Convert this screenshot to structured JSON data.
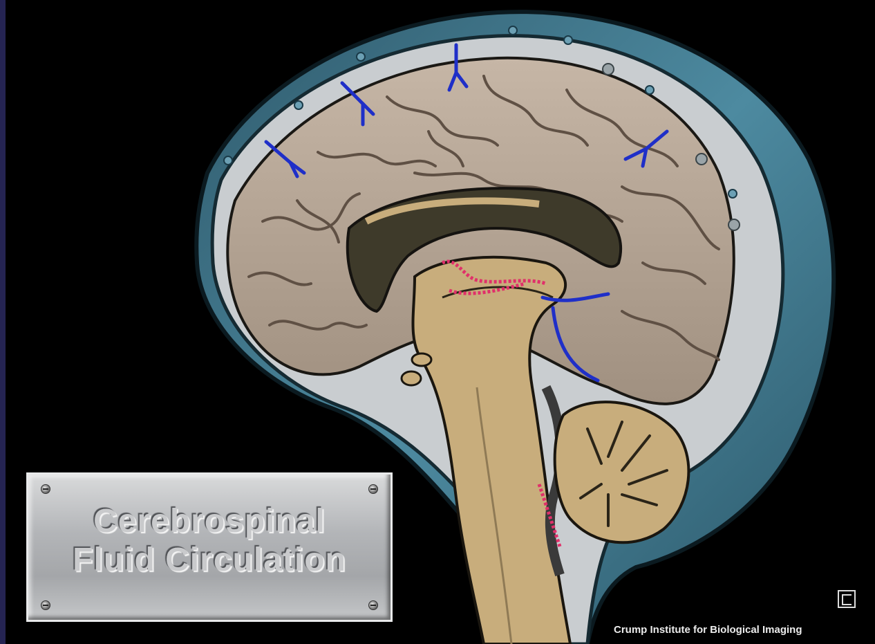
{
  "title_plaque": {
    "line1": "Cerebrospinal",
    "line2": "Fluid Circulation"
  },
  "credit": {
    "text": "Crump Institute for Biological Imaging"
  },
  "colors": {
    "background": "#000000",
    "brain": "#b5a595",
    "dura": "#3f7388",
    "csf_space": "#c9cdd0",
    "brainstem": "#c8ad7c",
    "vessels": "#1f2fc8",
    "choroid_plexus": "#e0306a"
  }
}
